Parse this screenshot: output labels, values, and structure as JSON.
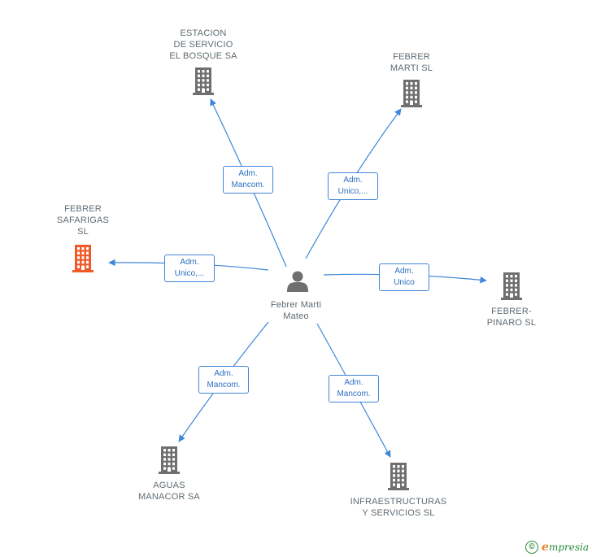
{
  "center": {
    "name_lines": [
      "Febrer Marti",
      "Mateo"
    ],
    "icon": "person-icon"
  },
  "companies": [
    {
      "id": "estacion",
      "name_lines": [
        "ESTACION",
        "DE SERVICIO",
        "EL BOSQUE SA"
      ],
      "icon": "building-icon",
      "color": "#6f6f6f"
    },
    {
      "id": "febrer-marti",
      "name_lines": [
        "FEBRER",
        "MARTI  SL"
      ],
      "icon": "building-icon",
      "color": "#6f6f6f"
    },
    {
      "id": "febrer-safarigas",
      "name_lines": [
        "FEBRER",
        "SAFARIGAS",
        "SL"
      ],
      "icon": "building-icon",
      "color": "#f05a28"
    },
    {
      "id": "febrer-pinaro",
      "name_lines": [
        "FEBRER-",
        "PINARO  SL"
      ],
      "icon": "building-icon",
      "color": "#6f6f6f"
    },
    {
      "id": "aguas-manacor",
      "name_lines": [
        "AGUAS",
        "MANACOR SA"
      ],
      "icon": "building-icon",
      "color": "#6f6f6f"
    },
    {
      "id": "infraestructuras",
      "name_lines": [
        "INFRAESTRUCTURAS",
        "Y SERVICIOS SL"
      ],
      "icon": "building-icon",
      "color": "#6f6f6f"
    }
  ],
  "relations": [
    {
      "target": "estacion",
      "label_lines": [
        "Adm.",
        "Mancom."
      ]
    },
    {
      "target": "febrer-marti",
      "label_lines": [
        "Adm.",
        "Unico,..."
      ]
    },
    {
      "target": "febrer-safarigas",
      "label_lines": [
        "Adm.",
        "Unico,..."
      ]
    },
    {
      "target": "febrer-pinaro",
      "label_lines": [
        "Adm.",
        "Unico"
      ]
    },
    {
      "target": "aguas-manacor",
      "label_lines": [
        "Adm.",
        "Mancom."
      ]
    },
    {
      "target": "infraestructuras",
      "label_lines": [
        "Adm.",
        "Mancom."
      ]
    }
  ],
  "colors": {
    "edge": "#3f86d9",
    "person": "#6f6f6f"
  },
  "footer": {
    "copyright_symbol": "©",
    "brand_initial": "e",
    "brand_rest": "mpresia"
  }
}
